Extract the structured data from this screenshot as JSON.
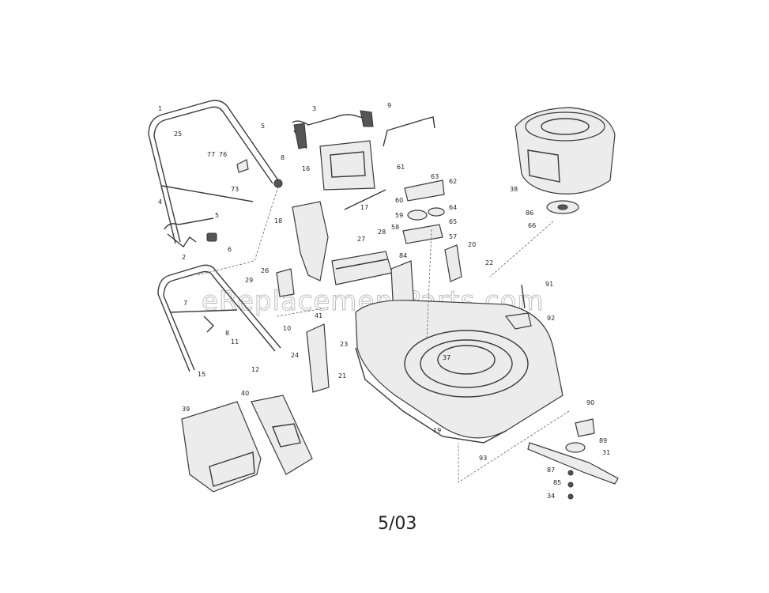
{
  "diagram": {
    "date_code": "5/03",
    "watermark": "eReplacementParts.com",
    "callouts": [
      {
        "id": "c1",
        "label": "1"
      },
      {
        "id": "c25",
        "label": "25"
      },
      {
        "id": "c77",
        "label": "77"
      },
      {
        "id": "c76",
        "label": "76"
      },
      {
        "id": "c5a",
        "label": "5"
      },
      {
        "id": "c73",
        "label": "73"
      },
      {
        "id": "c8a",
        "label": "8"
      },
      {
        "id": "c3",
        "label": "3"
      },
      {
        "id": "c9",
        "label": "9"
      },
      {
        "id": "c16",
        "label": "16"
      },
      {
        "id": "c17",
        "label": "17"
      },
      {
        "id": "c18",
        "label": "18"
      },
      {
        "id": "c61",
        "label": "61"
      },
      {
        "id": "c63",
        "label": "63"
      },
      {
        "id": "c62",
        "label": "62"
      },
      {
        "id": "c60",
        "label": "60"
      },
      {
        "id": "c64",
        "label": "64"
      },
      {
        "id": "c59",
        "label": "59"
      },
      {
        "id": "c65",
        "label": "65"
      },
      {
        "id": "c58",
        "label": "58"
      },
      {
        "id": "c57",
        "label": "57"
      },
      {
        "id": "c38",
        "label": "38"
      },
      {
        "id": "c86",
        "label": "86"
      },
      {
        "id": "c66",
        "label": "66"
      },
      {
        "id": "c4",
        "label": "4"
      },
      {
        "id": "c5b",
        "label": "5"
      },
      {
        "id": "c6",
        "label": "6"
      },
      {
        "id": "c2",
        "label": "2"
      },
      {
        "id": "c27",
        "label": "27"
      },
      {
        "id": "c28",
        "label": "28"
      },
      {
        "id": "c84",
        "label": "84"
      },
      {
        "id": "c20",
        "label": "20"
      },
      {
        "id": "c22",
        "label": "22"
      },
      {
        "id": "c26",
        "label": "26"
      },
      {
        "id": "c29",
        "label": "29"
      },
      {
        "id": "c7",
        "label": "7"
      },
      {
        "id": "c41",
        "label": "41"
      },
      {
        "id": "c91",
        "label": "91"
      },
      {
        "id": "c92",
        "label": "92"
      },
      {
        "id": "c8b",
        "label": "8"
      },
      {
        "id": "c10",
        "label": "10"
      },
      {
        "id": "c11",
        "label": "11"
      },
      {
        "id": "c23",
        "label": "23"
      },
      {
        "id": "c24",
        "label": "24"
      },
      {
        "id": "c37",
        "label": "37"
      },
      {
        "id": "c12",
        "label": "12"
      },
      {
        "id": "c15",
        "label": "15"
      },
      {
        "id": "c21",
        "label": "21"
      },
      {
        "id": "c39",
        "label": "39"
      },
      {
        "id": "c40",
        "label": "40"
      },
      {
        "id": "c90",
        "label": "90"
      },
      {
        "id": "c19",
        "label": "19"
      },
      {
        "id": "c89",
        "label": "89"
      },
      {
        "id": "c31",
        "label": "31"
      },
      {
        "id": "c93",
        "label": "93"
      },
      {
        "id": "c87",
        "label": "87"
      },
      {
        "id": "c85",
        "label": "85"
      },
      {
        "id": "c34",
        "label": "34"
      }
    ]
  }
}
